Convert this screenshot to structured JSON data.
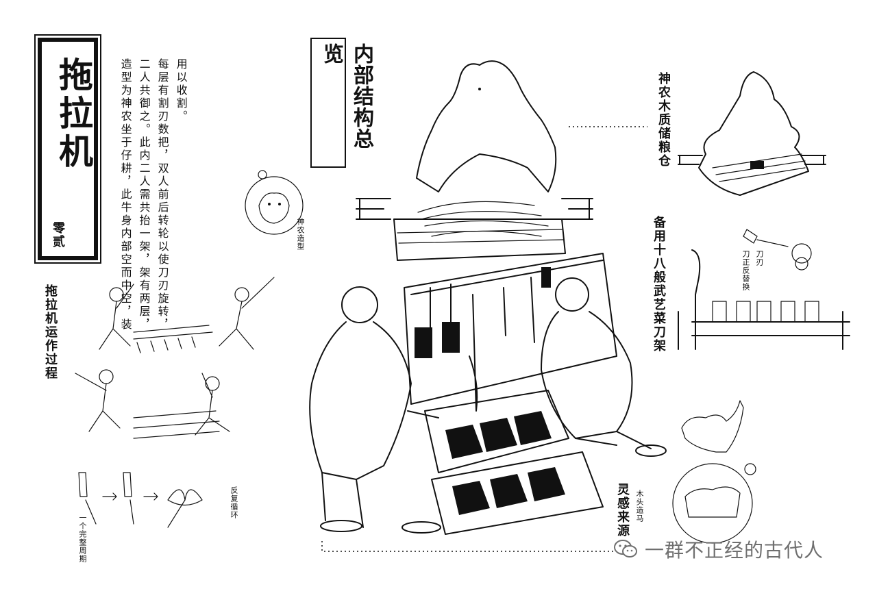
{
  "title": {
    "main": "拖拉机",
    "sub": "零贰"
  },
  "description": {
    "columns": [
      "用以收割。",
      "每层有割刃数把，双人前后转轮以使刀刃旋转，",
      "二人共御之。此内二人需共抬一架，架有两层，",
      "造型为神农坐于仔耕，此牛身内部空而中空，装"
    ]
  },
  "operation_label": "拖拉机运作过程",
  "structure_title": "内部结构总览",
  "granary_label": "神农木质储粮仓",
  "knife_rack_label": "备用十八般武艺菜刀架",
  "inspiration_label": "灵感来源",
  "small_notes": {
    "circle_note": "神农造型",
    "knife_note_a": "刀刃",
    "knife_note_b": "刀正反替换",
    "cycle_note": "反复循环",
    "inspiration_note": "木头造马",
    "bottom_note": "一个完整周期"
  },
  "watermark": {
    "icon": "wechat-icon",
    "text": "一群不正经的古代人"
  },
  "colors": {
    "ink": "#111111",
    "paper": "#ffffff",
    "watermark": "#6f6f6f"
  }
}
